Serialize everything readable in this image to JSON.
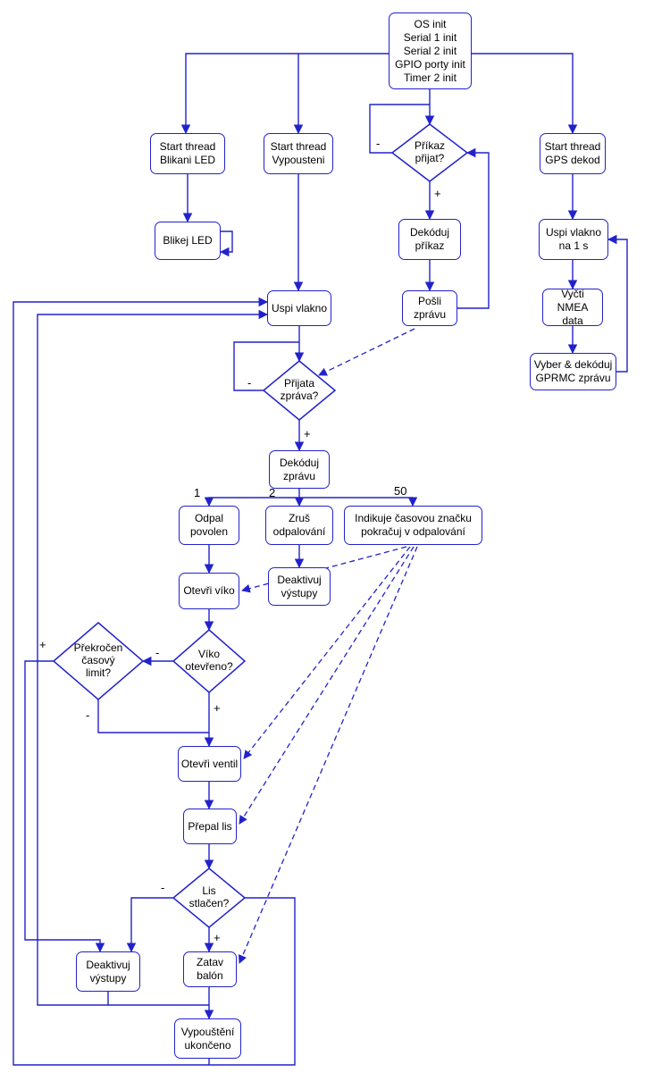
{
  "diagram": {
    "type": "flowchart",
    "colors": {
      "line": "#2222cc",
      "box_border": "#2222cc",
      "box_fill": "#ffffff",
      "text": "#000000"
    },
    "nodes": {
      "os_init": {
        "label": "OS init\nSerial 1 init\nSerial 2 init\nGPIO porty init\nTimer 2 init"
      },
      "start_blikani": {
        "label": "Start thread\nBlikani LED"
      },
      "start_vypousteni": {
        "label": "Start thread\nVypousteni"
      },
      "start_gps": {
        "label": "Start thread\nGPS dekod"
      },
      "prikaz_prijat": {
        "label": "Příkaz\npřijat?"
      },
      "blikej_led": {
        "label": "Blikej LED"
      },
      "dekoduj_prikaz": {
        "label": "Dekóduj\npříkaz"
      },
      "uspi_1s": {
        "label": "Uspi vlakno\nna 1 s"
      },
      "posli_zpravu": {
        "label": "Pošli\nzprávu"
      },
      "uspi_vlakno": {
        "label": "Uspi vlakno"
      },
      "vycti_nmea": {
        "label": "Vyčti NMEA\ndata"
      },
      "gprmc": {
        "label": "Vyber & dekóduj\nGPRMC zprávu"
      },
      "prijata_zprava": {
        "label": "Přijata\nzpráva?"
      },
      "dekoduj_zpravu": {
        "label": "Dekóduj\nzprávu"
      },
      "odpal_povolen": {
        "label": "Odpal\npovolen"
      },
      "zrus_odpalovani": {
        "label": "Zruš\nodpalování"
      },
      "indikuje": {
        "label": "Indikuje časovou značku\npokračuj v odpalování"
      },
      "otevri_viko": {
        "label": "Otevři víko"
      },
      "deaktivuj_1": {
        "label": "Deaktivuj\nvýstupy"
      },
      "viko_otevreno": {
        "label": "Víko\notevřeno?"
      },
      "prekrocen": {
        "label": "Překročen\nčasový\nlimit?"
      },
      "otevri_ventil": {
        "label": "Otevři ventil"
      },
      "prepal_lis": {
        "label": "Přepal lis"
      },
      "lis_stlacen": {
        "label": "Lis\nstlačen?"
      },
      "zatav_balon": {
        "label": "Zatav\nbalón"
      },
      "deaktivuj_2": {
        "label": "Deaktivuj\nvýstupy"
      },
      "vypousteni_ukonceno": {
        "label": "Vypouštění\nukončeno"
      }
    },
    "edge_labels": {
      "prikaz_no": "-",
      "prikaz_yes": "+",
      "prijata_no": "-",
      "prijata_yes": "+",
      "branch_1": "1",
      "branch_2": "2",
      "branch_50": "50",
      "viko_no": "-",
      "viko_yes": "+",
      "prekrocen_yes": "+",
      "prekrocen_no": "-",
      "lis_no": "-",
      "lis_yes": "+"
    },
    "edges": [
      {
        "from": "os_init",
        "to": "start_blikani",
        "style": "solid"
      },
      {
        "from": "os_init",
        "to": "start_vypousteni",
        "style": "solid"
      },
      {
        "from": "os_init",
        "to": "prikaz_prijat",
        "style": "solid"
      },
      {
        "from": "os_init",
        "to": "start_gps",
        "style": "solid"
      },
      {
        "from": "prikaz_prijat",
        "to": "prikaz_prijat",
        "label": "-",
        "style": "solid"
      },
      {
        "from": "prikaz_prijat",
        "to": "dekoduj_prikaz",
        "label": "+",
        "style": "solid"
      },
      {
        "from": "dekoduj_prikaz",
        "to": "posli_zpravu",
        "style": "solid"
      },
      {
        "from": "posli_zpravu",
        "to": "prikaz_prijat",
        "style": "solid"
      },
      {
        "from": "posli_zpravu",
        "to": "prijata_zprava",
        "style": "dashed"
      },
      {
        "from": "start_blikani",
        "to": "blikej_led",
        "style": "solid"
      },
      {
        "from": "blikej_led",
        "to": "blikej_led",
        "style": "solid"
      },
      {
        "from": "start_vypousteni",
        "to": "uspi_vlakno",
        "style": "solid"
      },
      {
        "from": "start_gps",
        "to": "uspi_1s",
        "style": "solid"
      },
      {
        "from": "uspi_1s",
        "to": "vycti_nmea",
        "style": "solid"
      },
      {
        "from": "vycti_nmea",
        "to": "gprmc",
        "style": "solid"
      },
      {
        "from": "gprmc",
        "to": "uspi_1s",
        "style": "solid"
      },
      {
        "from": "uspi_vlakno",
        "to": "prijata_zprava",
        "style": "solid"
      },
      {
        "from": "prijata_zprava",
        "to": "prijata_zprava",
        "label": "-",
        "style": "solid"
      },
      {
        "from": "prijata_zprava",
        "to": "dekoduj_zpravu",
        "label": "+",
        "style": "solid"
      },
      {
        "from": "dekoduj_zpravu",
        "to": "odpal_povolen",
        "label": "1",
        "style": "solid"
      },
      {
        "from": "dekoduj_zpravu",
        "to": "zrus_odpalovani",
        "label": "2",
        "style": "solid"
      },
      {
        "from": "dekoduj_zpravu",
        "to": "indikuje",
        "label": "50",
        "style": "solid"
      },
      {
        "from": "odpal_povolen",
        "to": "otevri_viko",
        "style": "solid"
      },
      {
        "from": "zrus_odpalovani",
        "to": "deaktivuj_1",
        "style": "solid"
      },
      {
        "from": "otevri_viko",
        "to": "viko_otevreno",
        "style": "solid"
      },
      {
        "from": "viko_otevreno",
        "to": "prekrocen",
        "label": "-",
        "style": "solid"
      },
      {
        "from": "viko_otevreno",
        "to": "otevri_ventil",
        "label": "+",
        "style": "solid"
      },
      {
        "from": "prekrocen",
        "to": "otevri_ventil",
        "label": "-",
        "style": "solid"
      },
      {
        "from": "prekrocen",
        "to": "deaktivuj_2",
        "label": "+",
        "style": "solid"
      },
      {
        "from": "otevri_ventil",
        "to": "prepal_lis",
        "style": "solid"
      },
      {
        "from": "prepal_lis",
        "to": "lis_stlacen",
        "style": "solid"
      },
      {
        "from": "lis_stlacen",
        "to": "deaktivuj_2",
        "label": "-",
        "style": "solid"
      },
      {
        "from": "lis_stlacen",
        "to": "zatav_balon",
        "label": "+",
        "style": "solid"
      },
      {
        "from": "lis_stlacen",
        "to": "uspi_vlakno",
        "style": "solid"
      },
      {
        "from": "zatav_balon",
        "to": "vypousteni_ukonceno",
        "style": "solid"
      },
      {
        "from": "deaktivuj_2",
        "to": "vypousteni_ukonceno",
        "style": "solid"
      },
      {
        "from": "deaktivuj_2",
        "to": "uspi_vlakno",
        "style": "solid"
      },
      {
        "from": "vypousteni_ukonceno",
        "to": "uspi_vlakno",
        "style": "solid"
      },
      {
        "from": "indikuje",
        "to": "otevri_viko",
        "style": "dashed"
      },
      {
        "from": "indikuje",
        "to": "otevri_ventil",
        "style": "dashed"
      },
      {
        "from": "indikuje",
        "to": "prepal_lis",
        "style": "dashed"
      },
      {
        "from": "indikuje",
        "to": "zatav_balon",
        "style": "dashed"
      }
    ]
  }
}
